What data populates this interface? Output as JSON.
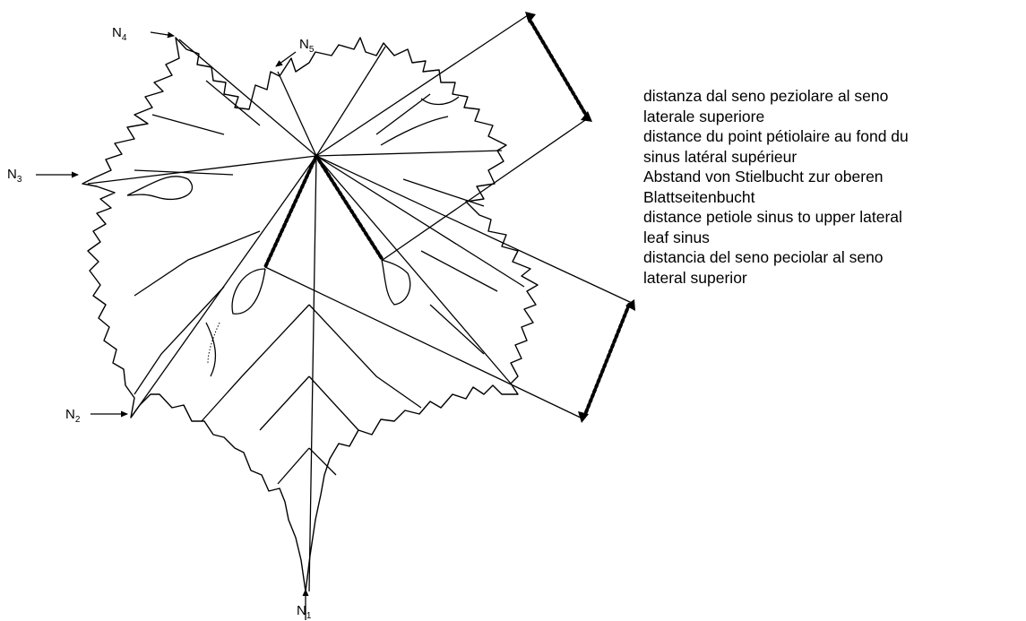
{
  "nodes": [
    {
      "id": "N1",
      "letter": "N",
      "sub": "1"
    },
    {
      "id": "N2",
      "letter": "N",
      "sub": "2"
    },
    {
      "id": "N3",
      "letter": "N",
      "sub": "3"
    },
    {
      "id": "N4",
      "letter": "N",
      "sub": "4"
    },
    {
      "id": "N5",
      "letter": "N",
      "sub": "5"
    }
  ],
  "caption": {
    "lines": [
      "distanza dal seno peziolare al seno",
      "laterale superiore",
      "distance du point pétiolaire au fond du",
      "sinus latéral supérieur",
      "Abstand von Stielbucht zur oberen",
      "Blattseitenbucht",
      "distance petiole sinus to upper lateral",
      "leaf sinus",
      "distancia del seno peciolar al seno",
      "lateral superior"
    ]
  },
  "colors": {
    "ink": "#000000",
    "background": "#ffffff"
  }
}
